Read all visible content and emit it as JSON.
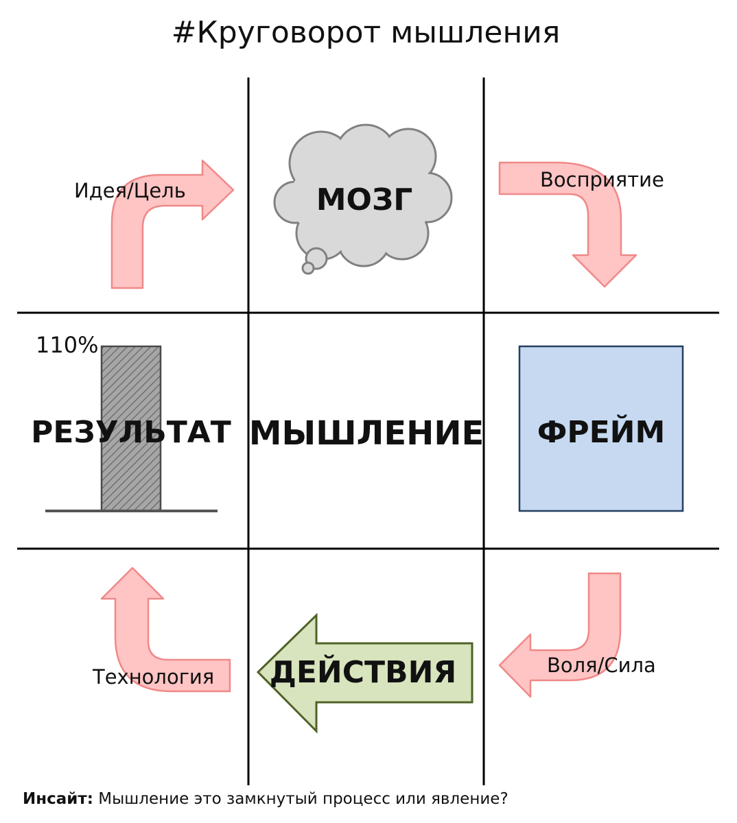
{
  "title": "#Круговорот мышления",
  "nodes": {
    "brain": "МОЗГ",
    "thinking": "МЫШЛЕНИЕ",
    "frame": "ФРЕЙМ",
    "actions": "ДЕЙСТВИЯ",
    "result": "РЕЗУЛЬТАТ",
    "result_value": "110%"
  },
  "arrows": {
    "idea_goal": "Идея/Цель",
    "perception": "Восприятие",
    "will_power": "Воля/Сила",
    "technology": "Технология"
  },
  "insight": {
    "label": "Инсайт:",
    "text": " Мышление это замкнутый процесс или явление?"
  },
  "colors": {
    "arrow_fill": "#ffc4c4",
    "arrow_stroke": "#f08888",
    "cloud_fill": "#d9d9d9",
    "cloud_stroke": "#808080",
    "frame_fill": "#c6d9f1",
    "frame_stroke": "#243f60",
    "actions_fill": "#d7e4bd",
    "actions_stroke": "#4f6228",
    "bar_fill": "#a6a6a6",
    "grid": "#000000"
  }
}
